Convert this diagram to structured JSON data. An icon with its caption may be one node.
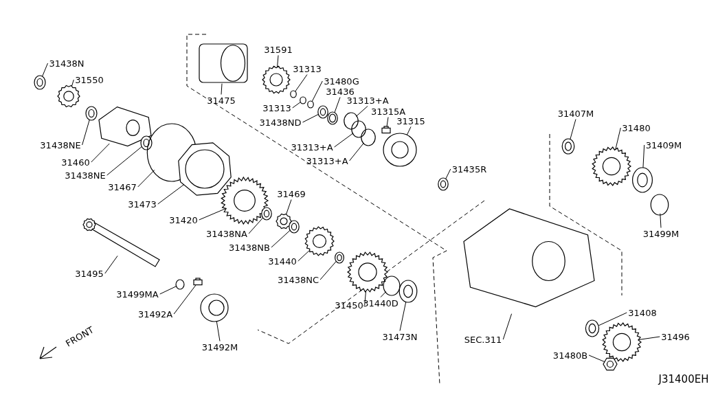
{
  "diagram": {
    "nodes": [
      {
        "text": [
          "31438N"
        ]
      },
      {
        "text": [],
        "shape": "bearing"
      },
      {
        "text": [
          "31550"
        ]
      },
      {
        "text": [],
        "shape": "gear"
      },
      {
        "text": [
          "31475"
        ]
      },
      {
        "text": [],
        "shape": "drum"
      },
      {
        "text": [
          "31591"
        ]
      },
      {
        "text": [],
        "shape": "gear"
      },
      {
        "text": [
          "31313"
        ]
      },
      {
        "text": [],
        "shape": "ring"
      },
      {
        "text": [
          "31480G"
        ]
      },
      {
        "text": [],
        "shape": "ring"
      },
      {
        "text": [
          "31436"
        ]
      },
      {
        "text": [],
        "shape": "washer"
      },
      {
        "text": [
          "31313"
        ]
      },
      {
        "text": [],
        "shape": "ring"
      },
      {
        "text": [
          "31313+A"
        ]
      },
      {
        "text": [],
        "shape": "ring"
      },
      {
        "text": [
          "31438ND"
        ]
      },
      {
        "text": [],
        "shape": "bearing"
      },
      {
        "text": [
          "31315A"
        ]
      },
      {
        "text": [],
        "shape": "bolt"
      },
      {
        "text": [
          "31315"
        ]
      },
      {
        "text": [],
        "shape": "hub"
      },
      {
        "text": [
          "31313+A"
        ]
      },
      {
        "text": [],
        "shape": "ring"
      },
      {
        "text": [
          "31313+A"
        ]
      },
      {
        "text": [],
        "shape": "ring"
      },
      {
        "text": [
          "31438NE"
        ]
      },
      {
        "text": [],
        "shape": "bearing"
      },
      {
        "text": [
          "31460"
        ]
      },
      {
        "text": [],
        "shape": "housing"
      },
      {
        "text": [
          "31438NE"
        ]
      },
      {
        "text": [],
        "shape": "bearing"
      },
      {
        "text": [
          "31407M"
        ]
      },
      {
        "text": [],
        "shape": "bearing"
      },
      {
        "text": [
          "31480"
        ]
      },
      {
        "text": [],
        "shape": "gear"
      },
      {
        "text": [
          "31409M"
        ]
      },
      {
        "text": [],
        "shape": "bearing"
      },
      {
        "text": [
          "31435R"
        ]
      },
      {
        "text": [],
        "shape": "bearing"
      },
      {
        "text": [
          "31467"
        ]
      },
      {
        "text": [],
        "shape": "ring"
      },
      {
        "text": [
          "31473"
        ]
      },
      {
        "text": [],
        "shape": "plate"
      },
      {
        "text": [
          "31469"
        ]
      },
      {
        "text": [],
        "shape": "gear"
      },
      {
        "text": [
          "31420"
        ]
      },
      {
        "text": [],
        "shape": "gear"
      },
      {
        "text": [
          "31438NA"
        ]
      },
      {
        "text": [],
        "shape": "bearing"
      },
      {
        "text": [
          "31438NB"
        ]
      },
      {
        "text": [],
        "shape": "bearing"
      },
      {
        "text": [
          "31440"
        ]
      },
      {
        "text": [],
        "shape": "gear"
      },
      {
        "text": [
          "31499M"
        ]
      },
      {
        "text": [],
        "shape": "ring"
      },
      {
        "text": [
          "31495"
        ]
      },
      {
        "text": [],
        "shape": "shaft"
      },
      {
        "text": [
          "31438NC"
        ]
      },
      {
        "text": [],
        "shape": "bearing"
      },
      {
        "text": [
          "31499MA"
        ]
      },
      {
        "text": [],
        "shape": "ring"
      },
      {
        "text": [
          "31492A"
        ]
      },
      {
        "text": [],
        "shape": "bolt"
      },
      {
        "text": [
          "31450"
        ]
      },
      {
        "text": [],
        "shape": "gear"
      },
      {
        "text": [
          "31440D"
        ]
      },
      {
        "text": [],
        "shape": "ring"
      },
      {
        "text": [
          "31473N"
        ]
      },
      {
        "text": [],
        "shape": "bearing"
      },
      {
        "text": [
          "31492M"
        ]
      },
      {
        "text": [],
        "shape": "flange"
      },
      {
        "text": [
          "SEC.311"
        ]
      },
      {
        "text": [],
        "shape": "housing"
      },
      {
        "text": [
          "31408"
        ]
      },
      {
        "text": [],
        "shape": "bearing"
      },
      {
        "text": [
          "31496"
        ]
      },
      {
        "text": [],
        "shape": "gear"
      },
      {
        "text": [
          "31480B"
        ]
      },
      {
        "text": [],
        "shape": "nut"
      }
    ],
    "edges": [
      {
        "from": 0,
        "to": 1,
        "arrow": "none"
      },
      {
        "from": 2,
        "to": 3,
        "arrow": "none"
      },
      {
        "from": 4,
        "to": 5,
        "arrow": "none"
      },
      {
        "from": 6,
        "to": 7,
        "arrow": "none"
      },
      {
        "from": 8,
        "to": 9,
        "arrow": "none"
      },
      {
        "from": 10,
        "to": 11,
        "arrow": "none"
      },
      {
        "from": 12,
        "to": 13,
        "arrow": "none"
      },
      {
        "from": 14,
        "to": 15,
        "arrow": "none"
      },
      {
        "from": 16,
        "to": 17,
        "arrow": "none"
      },
      {
        "from": 18,
        "to": 19,
        "arrow": "none"
      },
      {
        "from": 20,
        "to": 21,
        "arrow": "none"
      },
      {
        "from": 22,
        "to": 23,
        "arrow": "none"
      },
      {
        "from": 24,
        "to": 25,
        "arrow": "none"
      },
      {
        "from": 26,
        "to": 27,
        "arrow": "none"
      },
      {
        "from": 28,
        "to": 29,
        "arrow": "none"
      },
      {
        "from": 30,
        "to": 31,
        "arrow": "none"
      },
      {
        "from": 32,
        "to": 33,
        "arrow": "none"
      },
      {
        "from": 34,
        "to": 35,
        "arrow": "none"
      },
      {
        "from": 36,
        "to": 37,
        "arrow": "none"
      },
      {
        "from": 38,
        "to": 39,
        "arrow": "none"
      },
      {
        "from": 40,
        "to": 41,
        "arrow": "none"
      },
      {
        "from": 42,
        "to": 43,
        "arrow": "none"
      },
      {
        "from": 44,
        "to": 45,
        "arrow": "none"
      },
      {
        "from": 46,
        "to": 47,
        "arrow": "none"
      },
      {
        "from": 48,
        "to": 49,
        "arrow": "none"
      },
      {
        "from": 50,
        "to": 51,
        "arrow": "none"
      },
      {
        "from": 52,
        "to": 53,
        "arrow": "none"
      },
      {
        "from": 54,
        "to": 55,
        "arrow": "none"
      },
      {
        "from": 56,
        "to": 57,
        "arrow": "none"
      },
      {
        "from": 58,
        "to": 59,
        "arrow": "none"
      },
      {
        "from": 60,
        "to": 61,
        "arrow": "none"
      },
      {
        "from": 62,
        "to": 63,
        "arrow": "none"
      },
      {
        "from": 64,
        "to": 65,
        "arrow": "none"
      },
      {
        "from": 66,
        "to": 67,
        "arrow": "none"
      },
      {
        "from": 68,
        "to": 69,
        "arrow": "none"
      },
      {
        "from": 70,
        "to": 71,
        "arrow": "none"
      },
      {
        "from": 72,
        "to": 73,
        "arrow": "none"
      },
      {
        "from": 74,
        "to": 75,
        "arrow": "none"
      },
      {
        "from": 76,
        "to": 77,
        "arrow": "none"
      },
      {
        "from": 78,
        "to": 79,
        "arrow": "none"
      },
      {
        "from": 80,
        "to": 81,
        "arrow": "none"
      }
    ],
    "labels": [
      "FRONT",
      "J31400EH"
    ]
  }
}
